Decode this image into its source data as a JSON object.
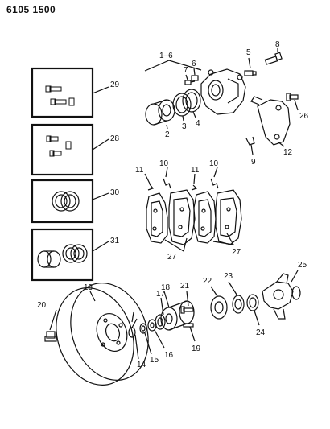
{
  "header": {
    "code": "6105 1500"
  },
  "callouts": {
    "c1_6": "1–6",
    "c2": "2",
    "c3": "3",
    "c4": "4",
    "c5": "5",
    "c6": "6",
    "c7": "7",
    "c8": "8",
    "c9": "9",
    "c10a": "10",
    "c10b": "10",
    "c11a": "11",
    "c11b": "11",
    "c12": "12",
    "c13": "13",
    "c14": "14",
    "c15": "15",
    "c16": "16",
    "c17": "17",
    "c18": "18",
    "c19": "19",
    "c20": "20",
    "c21": "21",
    "c22": "22",
    "c23": "23",
    "c24": "24",
    "c25": "25",
    "c26": "26",
    "c27a": "27",
    "c27b": "27",
    "c28": "28",
    "c29": "29",
    "c30": "30",
    "c31": "31"
  },
  "colors": {
    "ink": "#111111",
    "paper": "#ffffff"
  }
}
